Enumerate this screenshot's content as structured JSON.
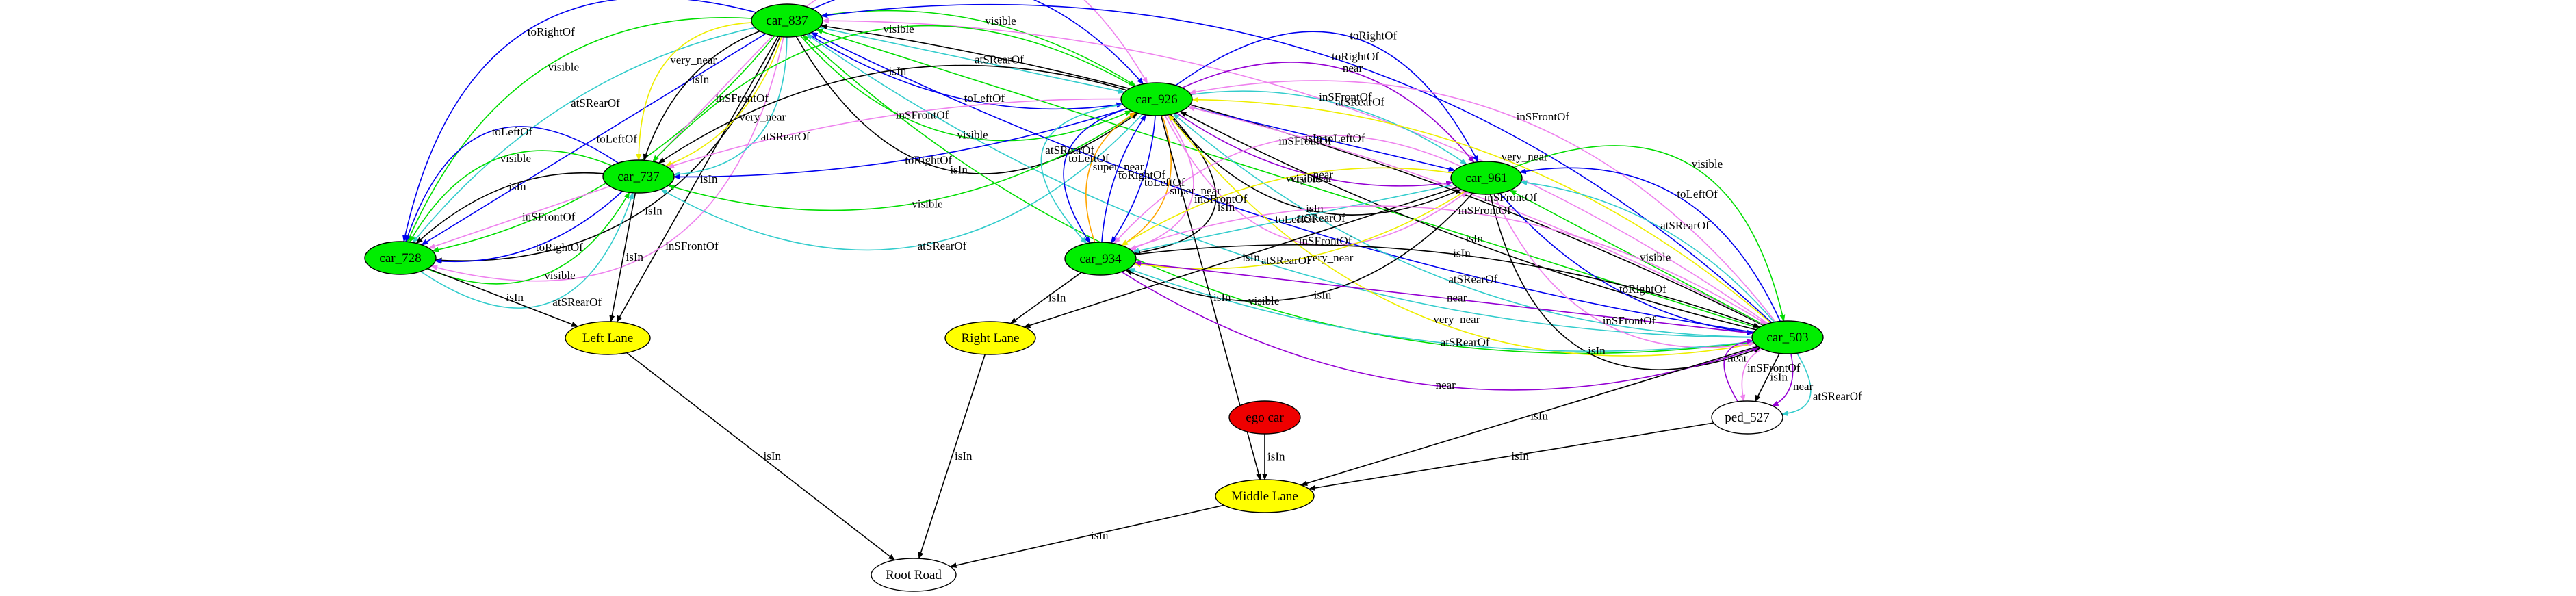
{
  "nodes": [
    {
      "id": "car_837",
      "label": "car_837",
      "fill": "#00ee00",
      "kind": "car"
    },
    {
      "id": "car_926",
      "label": "car_926",
      "fill": "#00ee00",
      "kind": "car"
    },
    {
      "id": "car_737",
      "label": "car_737",
      "fill": "#00ee00",
      "kind": "car"
    },
    {
      "id": "car_728",
      "label": "car_728",
      "fill": "#00ee00",
      "kind": "car"
    },
    {
      "id": "car_961",
      "label": "car_961",
      "fill": "#00ee00",
      "kind": "car"
    },
    {
      "id": "car_934",
      "label": "car_934",
      "fill": "#00ee00",
      "kind": "car"
    },
    {
      "id": "car_503",
      "label": "car_503",
      "fill": "#00ee00",
      "kind": "car"
    },
    {
      "id": "ped_527",
      "label": "ped_527",
      "fill": "#ffffff",
      "kind": "pedestrian"
    },
    {
      "id": "ego",
      "label": "ego car",
      "fill": "#ee0000",
      "kind": "ego"
    },
    {
      "id": "left_lane",
      "label": "Left Lane",
      "fill": "#ffff00",
      "kind": "lane"
    },
    {
      "id": "right_lane",
      "label": "Right Lane",
      "fill": "#ffff00",
      "kind": "lane"
    },
    {
      "id": "middle_lane",
      "label": "Middle Lane",
      "fill": "#ffff00",
      "kind": "lane"
    },
    {
      "id": "root_road",
      "label": "Root Road",
      "fill": "#ffffff",
      "kind": "road"
    }
  ],
  "colors": {
    "isIn": "#000000",
    "toRightOf": "#0000ee",
    "toLeftOf": "#0000ee",
    "visible": "#00dd00",
    "atSRearOf": "#33cccc",
    "inSFrontOf": "#ee82ee",
    "very_near": "#eeee00",
    "super_near": "#ffa500",
    "near": "#9400d3"
  },
  "edges": [
    {
      "from": "car_837",
      "to": "left_lane",
      "label": "isIn",
      "color": "isIn"
    },
    {
      "from": "car_837",
      "to": "car_728",
      "label": "toRightOf",
      "color": "toRightOf"
    },
    {
      "from": "car_837",
      "to": "car_728",
      "label": "visible",
      "color": "visible"
    },
    {
      "from": "car_837",
      "to": "car_728",
      "label": "atSRearOf",
      "color": "atSRearOf"
    },
    {
      "from": "car_837",
      "to": "car_728",
      "label": "toLeftOf",
      "color": "toLeftOf"
    },
    {
      "from": "car_837",
      "to": "car_728",
      "label": "visible",
      "color": "visible"
    },
    {
      "from": "car_837",
      "to": "car_728",
      "label": "isIn",
      "color": "isIn"
    },
    {
      "from": "car_837",
      "to": "car_728",
      "label": "inSFrontOf",
      "color": "inSFrontOf"
    },
    {
      "from": "car_837",
      "to": "car_737",
      "label": "very_near",
      "color": "very_near"
    },
    {
      "from": "car_837",
      "to": "car_737",
      "label": "isIn",
      "color": "isIn"
    },
    {
      "from": "car_837",
      "to": "car_737",
      "label": "inSFrontOf",
      "color": "inSFrontOf"
    },
    {
      "from": "car_837",
      "to": "car_737",
      "label": "very_near",
      "color": "very_near"
    },
    {
      "from": "car_837",
      "to": "car_737",
      "label": "atSRearOf",
      "color": "atSRearOf"
    },
    {
      "from": "car_837",
      "to": "car_926",
      "label": "inSFrontOf",
      "color": "inSFrontOf"
    },
    {
      "from": "car_837",
      "to": "car_926",
      "label": "toRightOf",
      "color": "toRightOf"
    },
    {
      "from": "car_837",
      "to": "car_926",
      "label": "visible",
      "color": "visible"
    },
    {
      "from": "car_837",
      "to": "car_926",
      "label": "atSRearOf",
      "color": "atSRearOf"
    },
    {
      "from": "car_837",
      "to": "car_926",
      "label": "toLeftOf",
      "color": "toLeftOf"
    },
    {
      "from": "car_837",
      "to": "car_926",
      "label": "visible",
      "color": "visible"
    },
    {
      "from": "car_837",
      "to": "car_926",
      "label": "isIn",
      "color": "isIn"
    },
    {
      "from": "car_503",
      "to": "car_837",
      "label": "visible",
      "color": "visible"
    },
    {
      "from": "car_503",
      "to": "car_837",
      "label": "atSRearOf",
      "color": "atSRearOf"
    },
    {
      "from": "car_503",
      "to": "car_837",
      "label": "toLeftOf",
      "color": "toLeftOf"
    },
    {
      "from": "car_503",
      "to": "car_837",
      "label": "visible",
      "color": "visible"
    },
    {
      "from": "car_503",
      "to": "car_837",
      "label": "isIn",
      "color": "isIn"
    },
    {
      "from": "car_503",
      "to": "car_837",
      "label": "inSFrontOf",
      "color": "inSFrontOf"
    },
    {
      "from": "car_503",
      "to": "car_837",
      "label": "toRightOf",
      "color": "toRightOf"
    },
    {
      "from": "car_926",
      "to": "car_737",
      "label": "visible",
      "color": "visible"
    },
    {
      "from": "car_926",
      "to": "car_737",
      "label": "isIn",
      "color": "isIn"
    },
    {
      "from": "car_926",
      "to": "car_737",
      "label": "inSFrontOf",
      "color": "inSFrontOf"
    },
    {
      "from": "car_926",
      "to": "car_737",
      "label": "toRightOf",
      "color": "toRightOf"
    },
    {
      "from": "car_926",
      "to": "car_737",
      "label": "visible",
      "color": "visible"
    },
    {
      "from": "car_926",
      "to": "car_737",
      "label": "atSRearOf",
      "color": "atSRearOf"
    },
    {
      "from": "car_737",
      "to": "car_728",
      "label": "toLeftOf",
      "color": "toLeftOf"
    },
    {
      "from": "car_737",
      "to": "car_728",
      "label": "visible",
      "color": "visible"
    },
    {
      "from": "car_737",
      "to": "car_728",
      "label": "isIn",
      "color": "isIn"
    },
    {
      "from": "car_737",
      "to": "car_728",
      "label": "inSFrontOf",
      "color": "inSFrontOf"
    },
    {
      "from": "car_737",
      "to": "car_728",
      "label": "toRightOf",
      "color": "toRightOf"
    },
    {
      "from": "car_728",
      "to": "car_737",
      "label": "visible",
      "color": "visible"
    },
    {
      "from": "car_728",
      "to": "car_737",
      "label": "atSRearOf",
      "color": "atSRearOf"
    },
    {
      "from": "car_737",
      "to": "left_lane",
      "label": "isIn",
      "color": "isIn"
    },
    {
      "from": "car_728",
      "to": "left_lane",
      "label": "isIn",
      "color": "isIn"
    },
    {
      "from": "car_926",
      "to": "car_934",
      "label": "isIn",
      "color": "isIn"
    },
    {
      "from": "car_926",
      "to": "car_934",
      "label": "inSFrontOf",
      "color": "inSFrontOf"
    },
    {
      "from": "car_926",
      "to": "car_934",
      "label": "super_near",
      "color": "super_near"
    },
    {
      "from": "car_926",
      "to": "car_934",
      "label": "toLeftOf",
      "color": "toLeftOf"
    },
    {
      "from": "car_934",
      "to": "car_926",
      "label": "toRightOf",
      "color": "toRightOf"
    },
    {
      "from": "car_934",
      "to": "car_926",
      "label": "super_near",
      "color": "super_near"
    },
    {
      "from": "car_926",
      "to": "car_934",
      "label": "toLeftOf",
      "color": "toLeftOf"
    },
    {
      "from": "car_926",
      "to": "car_934",
      "label": "atSRearOf",
      "color": "atSRearOf"
    },
    {
      "from": "car_926",
      "to": "middle_lane",
      "label": "isIn",
      "color": "isIn"
    },
    {
      "from": "car_926",
      "to": "car_961",
      "label": "toRightOf",
      "color": "toRightOf"
    },
    {
      "from": "car_926",
      "to": "car_961",
      "label": "near",
      "color": "near"
    },
    {
      "from": "car_926",
      "to": "car_961",
      "label": "atSRearOf",
      "color": "atSRearOf"
    },
    {
      "from": "car_926",
      "to": "car_961",
      "label": "toLeftOf",
      "color": "toLeftOf"
    },
    {
      "from": "car_926",
      "to": "car_961",
      "label": "near",
      "color": "near"
    },
    {
      "from": "car_926",
      "to": "car_961",
      "label": "isIn",
      "color": "isIn"
    },
    {
      "from": "car_926",
      "to": "car_961",
      "label": "inSFrontOf",
      "color": "inSFrontOf"
    },
    {
      "from": "car_503",
      "to": "car_926",
      "label": "very_near",
      "color": "very_near"
    },
    {
      "from": "car_503",
      "to": "car_926",
      "label": "atSRearOf",
      "color": "atSRearOf"
    },
    {
      "from": "car_503",
      "to": "car_926",
      "label": "isIn",
      "color": "isIn"
    },
    {
      "from": "car_503",
      "to": "car_926",
      "label": "inSFrontOf",
      "color": "inSFrontOf"
    },
    {
      "from": "car_503",
      "to": "car_926",
      "label": "very_near",
      "color": "very_near"
    },
    {
      "from": "car_503",
      "to": "car_926",
      "label": "inSFrontOf",
      "color": "inSFrontOf"
    },
    {
      "from": "car_961",
      "to": "car_934",
      "label": "inSFrontOf",
      "color": "inSFrontOf"
    },
    {
      "from": "car_961",
      "to": "car_934",
      "label": "very_near",
      "color": "very_near"
    },
    {
      "from": "car_961",
      "to": "car_934",
      "label": "atSRearOf",
      "color": "atSRearOf"
    },
    {
      "from": "car_961",
      "to": "car_934",
      "label": "very_near",
      "color": "very_near"
    },
    {
      "from": "car_961",
      "to": "car_934",
      "label": "isIn",
      "color": "isIn"
    },
    {
      "from": "car_961",
      "to": "right_lane",
      "label": "isIn",
      "color": "isIn"
    },
    {
      "from": "car_961",
      "to": "car_503",
      "label": "isIn",
      "color": "isIn"
    },
    {
      "from": "car_961",
      "to": "car_503",
      "label": "inSFrontOf",
      "color": "inSFrontOf"
    },
    {
      "from": "car_961",
      "to": "car_503",
      "label": "toRightOf",
      "color": "toRightOf"
    },
    {
      "from": "car_503",
      "to": "car_961",
      "label": "visible",
      "color": "visible"
    },
    {
      "from": "car_503",
      "to": "car_961",
      "label": "atSRearOf",
      "color": "atSRearOf"
    },
    {
      "from": "car_503",
      "to": "car_961",
      "label": "toLeftOf",
      "color": "toLeftOf"
    },
    {
      "from": "car_961",
      "to": "car_503",
      "label": "visible",
      "color": "visible"
    },
    {
      "from": "car_934",
      "to": "right_lane",
      "label": "isIn",
      "color": "isIn"
    },
    {
      "from": "car_934",
      "to": "car_503",
      "label": "near",
      "color": "near"
    },
    {
      "from": "car_503",
      "to": "car_934",
      "label": "atSRearOf",
      "color": "atSRearOf"
    },
    {
      "from": "car_503",
      "to": "car_934",
      "label": "near",
      "color": "near"
    },
    {
      "from": "car_934",
      "to": "car_503",
      "label": "isIn",
      "color": "isIn"
    },
    {
      "from": "car_934",
      "to": "car_503",
      "label": "inSFrontOf",
      "color": "inSFrontOf"
    },
    {
      "from": "car_503",
      "to": "ped_527",
      "label": "atSRearOf",
      "color": "atSRearOf"
    },
    {
      "from": "car_503",
      "to": "ped_527",
      "label": "near",
      "color": "near"
    },
    {
      "from": "car_503",
      "to": "ped_527",
      "label": "isIn",
      "color": "isIn"
    },
    {
      "from": "car_503",
      "to": "ped_527",
      "label": "inSFrontOf",
      "color": "inSFrontOf"
    },
    {
      "from": "ped_527",
      "to": "car_503",
      "label": "near",
      "color": "near"
    },
    {
      "from": "car_503",
      "to": "middle_lane",
      "label": "isIn",
      "color": "isIn"
    },
    {
      "from": "ped_527",
      "to": "middle_lane",
      "label": "isIn",
      "color": "isIn"
    },
    {
      "from": "ego",
      "to": "middle_lane",
      "label": "isIn",
      "color": "isIn"
    },
    {
      "from": "left_lane",
      "to": "root_road",
      "label": "isIn",
      "color": "isIn"
    },
    {
      "from": "right_lane",
      "to": "root_road",
      "label": "isIn",
      "color": "isIn"
    },
    {
      "from": "middle_lane",
      "to": "root_road",
      "label": "isIn",
      "color": "isIn"
    }
  ]
}
